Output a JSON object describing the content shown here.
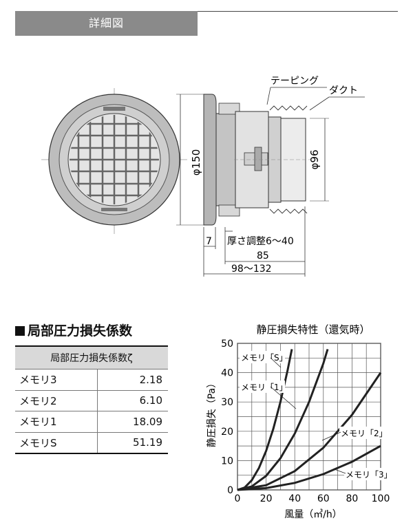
{
  "header": {
    "title": "詳細図"
  },
  "drawing": {
    "labels": {
      "taping": "テーピング",
      "duct": "ダクト",
      "phi150": "φ150",
      "phi96": "φ96",
      "dim_7": "7",
      "adjust": "厚さ調整6～40",
      "dim_85": "85",
      "dim_range": "98～132"
    }
  },
  "loss_table": {
    "section_title": "局部圧力損失係数",
    "header": "局部圧力損失係数ζ",
    "rows": [
      {
        "name": "メモリ3",
        "value": "2.18"
      },
      {
        "name": "メモリ2",
        "value": "6.10"
      },
      {
        "name": "メモリ1",
        "value": "18.09"
      },
      {
        "name": "メモリS",
        "value": "51.19"
      }
    ]
  },
  "chart_data": {
    "type": "line",
    "title": "静圧損失特性（還気時）",
    "xlabel": "風量（㎥/h）",
    "ylabel": "静圧損失（Pa）",
    "xlim": [
      0,
      100
    ],
    "ylim": [
      0,
      50
    ],
    "x_ticks": [
      0,
      20,
      40,
      60,
      80,
      100
    ],
    "y_ticks": [
      0,
      10,
      20,
      30,
      40,
      50
    ],
    "grid": true,
    "series": [
      {
        "name": "メモリ「S」",
        "x": [
          0,
          5,
          10,
          15,
          20,
          25,
          30,
          35,
          38
        ],
        "y": [
          0,
          0.8,
          3.3,
          7.5,
          13.3,
          20.8,
          30,
          40.8,
          48
        ]
      },
      {
        "name": "メモリ「1」",
        "x": [
          0,
          10,
          20,
          30,
          40,
          50,
          60,
          63
        ],
        "y": [
          0,
          1.2,
          4.8,
          10.8,
          19.2,
          30,
          43.2,
          48
        ]
      },
      {
        "name": "メモリ「2」",
        "x": [
          0,
          20,
          40,
          60,
          80,
          100
        ],
        "y": [
          0,
          1.6,
          6.4,
          14.4,
          25.6,
          40
        ]
      },
      {
        "name": "メモリ「3」",
        "x": [
          0,
          20,
          40,
          60,
          80,
          100
        ],
        "y": [
          0,
          0.6,
          2.4,
          5.4,
          9.6,
          15
        ]
      }
    ]
  }
}
